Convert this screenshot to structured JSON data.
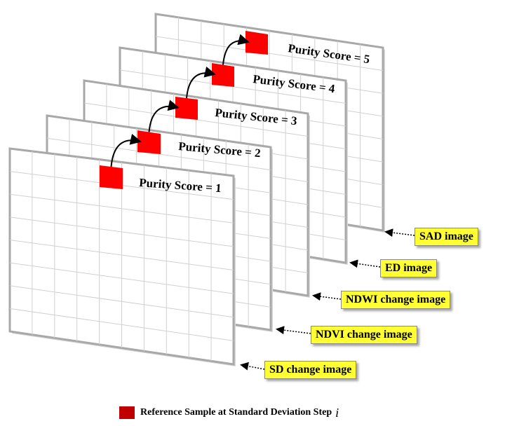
{
  "layers": [
    {
      "image_label": "SD change image",
      "score_label": "Purity Score = 1"
    },
    {
      "image_label": "NDVI change image",
      "score_label": "Purity Score = 2"
    },
    {
      "image_label": "NDWI change image",
      "score_label": "Purity Score = 3"
    },
    {
      "image_label": "ED image",
      "score_label": "Purity Score = 4"
    },
    {
      "image_label": "SAD image",
      "score_label": "Purity Score = 5"
    }
  ],
  "legend": {
    "text": "Reference Sample at Standard Deviation Step",
    "variable": "i"
  },
  "colors": {
    "sample_fill": "#ff0000",
    "legend_swatch": "#c00000",
    "label_background": "#ffff33",
    "grid_line": "#d0d0d0",
    "frame": "#a8a8a8"
  }
}
